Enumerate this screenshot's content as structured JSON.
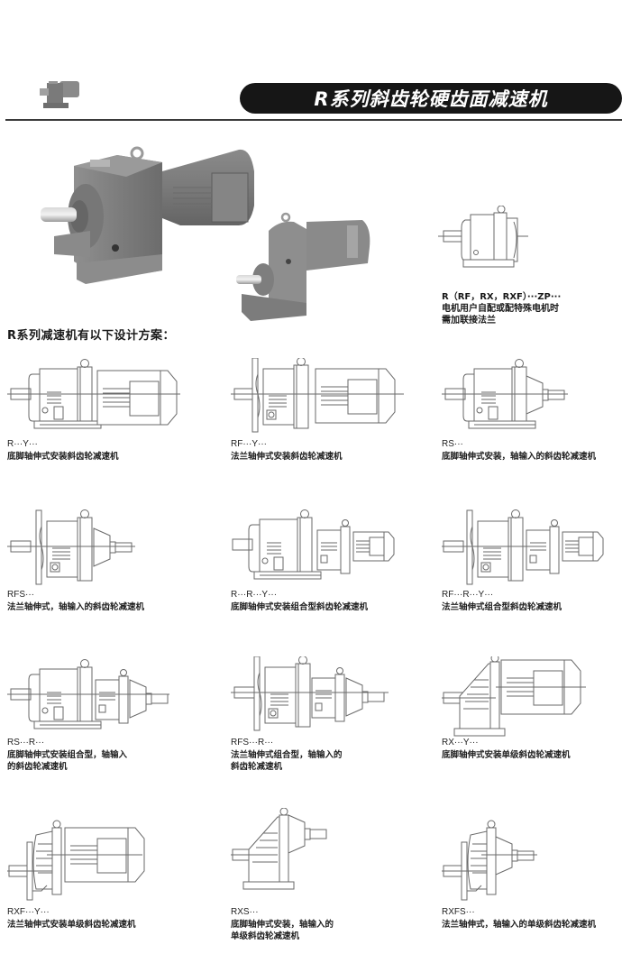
{
  "header": {
    "title": "R系列斜齿轮硬齿面减速机",
    "thumbnail_icon": "gear-motor-thumbnail-icon",
    "title_bg_color": "#161616",
    "title_text_color": "#ffffff"
  },
  "hero": {
    "image": "helical-gear-motor-product-photo"
  },
  "zp": {
    "code": "R（RF，RX，RXF）···ZP···",
    "lines": [
      "电机用户自配或配特殊电机时",
      "需加联接法兰"
    ]
  },
  "section_title": "R系列减速机有以下设计方案：",
  "variants": [
    {
      "code": "R···Y···",
      "desc": [
        "底脚轴伸式安装斜齿轮减速机"
      ]
    },
    {
      "code": "RF···Y···",
      "desc": [
        "法兰轴伸式安装斜齿轮减速机"
      ]
    },
    {
      "code": "RS···",
      "desc": [
        "底脚轴伸式安装，轴输入的斜齿轮减速机"
      ]
    },
    {
      "code": "RFS···",
      "desc": [
        "法兰轴伸式，轴输入的斜齿轮减速机"
      ]
    },
    {
      "code": "R···R···Y···",
      "desc": [
        "底脚轴伸式安装组合型斜齿轮减速机"
      ]
    },
    {
      "code": "RF···R···Y···",
      "desc": [
        "法兰轴伸式组合型斜齿轮减速机"
      ]
    },
    {
      "code": "RS···R···",
      "desc": [
        "底脚轴伸式安装组合型，轴输入",
        "的斜齿轮减速机"
      ]
    },
    {
      "code": "RFS···R···",
      "desc": [
        "法兰轴伸式组合型，轴输入的",
        "斜齿轮减速机"
      ]
    },
    {
      "code": "RX···Y···",
      "desc": [
        "底脚轴伸式安装单级斜齿轮减速机"
      ]
    },
    {
      "code": "RXF···Y···",
      "desc": [
        "法兰轴伸式安装单级斜齿轮减速机"
      ]
    },
    {
      "code": "RXS···",
      "desc": [
        "底脚轴伸式安装，轴输入的",
        "单级斜齿轮减速机"
      ]
    },
    {
      "code": "RXFS···",
      "desc": [
        "法兰轴伸式，轴输入的单级斜齿轮减速机"
      ]
    }
  ]
}
